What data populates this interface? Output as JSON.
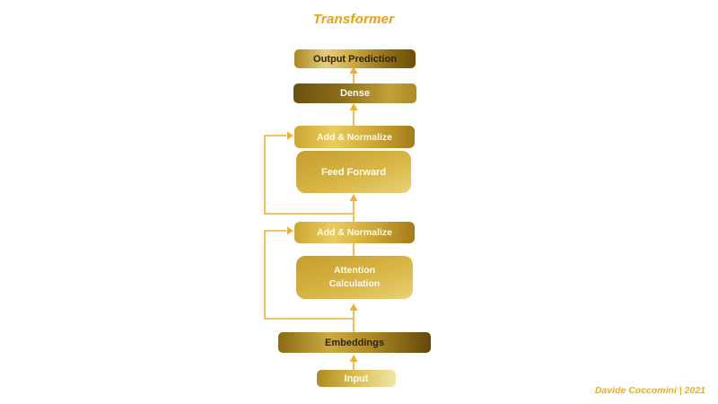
{
  "title": "Transformer",
  "credit": "Davide Coccomini | 2021",
  "colors": {
    "background": "#ffffff",
    "title_gold": "#ec9f10",
    "credit_gold": "#f2ae15",
    "connector_gold": "#f1ae30",
    "box_gold_light": "#e9cc60",
    "box_gold_dark": "#6b4d08",
    "dark_label": "#30220a",
    "light_label": "#fffdf4"
  },
  "diagram": {
    "boxes": [
      {
        "id": "output-prediction",
        "label": "Output Prediction"
      },
      {
        "id": "dense",
        "label": "Dense"
      },
      {
        "id": "add-normalize-upper",
        "label": "Add & Normalize"
      },
      {
        "id": "feed-forward",
        "label": "Feed Forward"
      },
      {
        "id": "add-normalize-lower",
        "label": "Add & Normalize"
      },
      {
        "id": "attention-calculation",
        "label": "Attention Calculation"
      },
      {
        "id": "embeddings",
        "label": "Embeddings"
      },
      {
        "id": "input",
        "label": "Input"
      }
    ],
    "connections": [
      {
        "from": "input",
        "to": "embeddings",
        "style": "arrow-up"
      },
      {
        "from": "embeddings",
        "to": "attention-calculation",
        "style": "arrow-up"
      },
      {
        "from": "attention-calculation",
        "to": "add-normalize-lower",
        "style": "line"
      },
      {
        "from": "embeddings",
        "to": "add-normalize-lower",
        "style": "residual-skip-left"
      },
      {
        "from": "add-normalize-lower",
        "to": "feed-forward",
        "style": "arrow-up"
      },
      {
        "from": "add-normalize-lower",
        "to": "add-normalize-upper",
        "style": "residual-skip-left"
      },
      {
        "from": "add-normalize-upper",
        "to": "dense",
        "style": "arrow-up"
      },
      {
        "from": "dense",
        "to": "output-prediction",
        "style": "arrow-up"
      }
    ]
  }
}
